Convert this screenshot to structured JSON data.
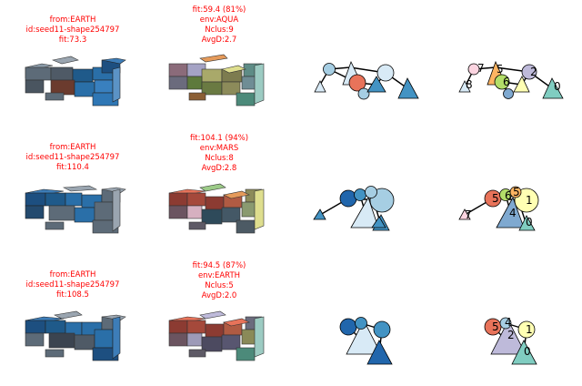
{
  "rows": [
    {
      "left_caption": [
        "from:EARTH",
        "id:seed11-shape254797",
        "fit:73.3"
      ],
      "right_caption": [
        "fit:59.4 (81%)",
        "env:AQUA",
        "Nclus:9",
        "AvgD:2.7"
      ],
      "graph_labels": [
        "7",
        "5",
        "6",
        "8",
        "2",
        "0"
      ]
    },
    {
      "left_caption": [
        "from:EARTH",
        "id:seed11-shape254797",
        "fit:110.4"
      ],
      "right_caption": [
        "fit:104.1 (94%)",
        "env:MARS",
        "Nclus:8",
        "AvgD:2.8"
      ],
      "graph_labels": [
        "5",
        "6",
        "5",
        "1",
        "4",
        "7",
        "0"
      ]
    },
    {
      "left_caption": [
        "from:EARTH",
        "id:seed11-shape254797",
        "fit:108.5"
      ],
      "right_caption": [
        "fit:94.5 (87%)",
        "env:EARTH",
        "Nclus:5",
        "AvgD:2.0"
      ],
      "graph_labels": [
        "5",
        "4",
        "1",
        "2",
        "0"
      ]
    }
  ],
  "colors": {
    "caption": "#ff0000",
    "blue_dark": "#2166ac",
    "blue_light": "#4393c3",
    "salmon": "#e8735a",
    "lightblue": "#a6cee3",
    "teal": "#80cdc1",
    "lavender": "#bebada",
    "yellow": "#ffffb3",
    "pink": "#fbb4c4",
    "green": "#b3de69",
    "orange": "#fdb462"
  }
}
